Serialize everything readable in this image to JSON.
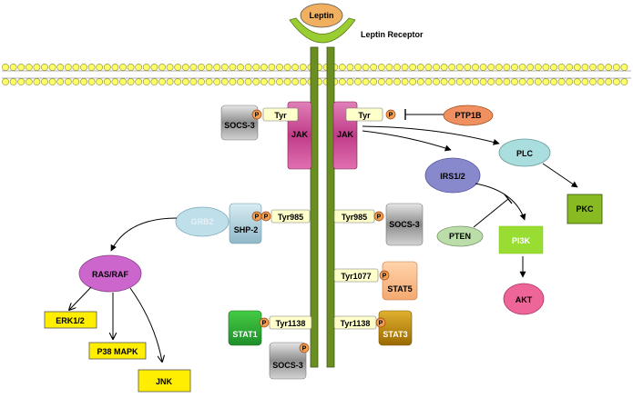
{
  "ligand": {
    "label": "Leptin"
  },
  "receptor": {
    "label": "Leptin Receptor"
  },
  "phospho_label": "P",
  "left_chain": {
    "jak": "JAK",
    "tyr": "Tyr",
    "socs3_top": "SOCS-3",
    "tyr985": "Tyr985",
    "shp2": "SHP-2",
    "grb2": "GRB2",
    "tyr1138": "Tyr1138",
    "stat1": "STAT1",
    "socs3_bottom": "SOCS-3"
  },
  "right_chain": {
    "jak": "JAK",
    "tyr": "Tyr",
    "ptp1b": "PTP1B",
    "tyr985": "Tyr985",
    "socs3": "SOCS-3",
    "tyr1077": "Tyr1077",
    "stat5": "STAT5",
    "tyr1138": "Tyr1138",
    "stat3": "STAT3"
  },
  "pathway_left": {
    "ras_raf": "RAS/RAF",
    "erk": "ERK1/2",
    "p38": "P38 MAPK",
    "jnk": "JNK"
  },
  "pathway_right": {
    "irs": "IRS1/2",
    "plc": "PLC",
    "pkc": "PKC",
    "pten": "PTEN",
    "pi3k": "PI3K",
    "akt": "AKT"
  },
  "colors": {
    "receptor_stem": "#6b8e23",
    "receptor_cup": "#9acd32",
    "membrane_head": "#ffff66",
    "jak": "#cc4488",
    "phospho": "#f0a050",
    "tyr_box": "#ffffcc",
    "yellow_node": "#ffee00",
    "pkc": "#88bb22",
    "pi3k": "#99dd33",
    "ptp1b": "#f09060",
    "irs": "#8888cc",
    "plc": "#aadddd",
    "pten": "#bbddaa",
    "akt": "#ee6699",
    "ras_raf": "#cc66cc",
    "grb2": "#bfe0ea",
    "shp2": "#a8ccd8",
    "socs3": "#999999",
    "stat1": "#33aa33",
    "stat3": "#cc9900",
    "stat5": "#ffbb88"
  }
}
